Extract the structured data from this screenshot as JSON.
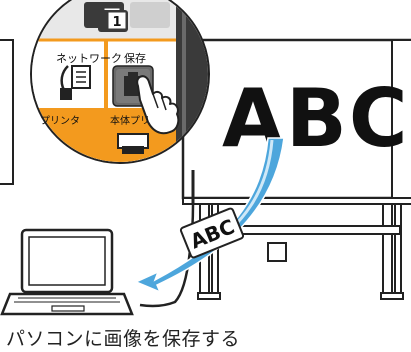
{
  "caption": "パソコンに画像を保存する",
  "panel": {
    "badge": "1",
    "network_label": "ネットワーク",
    "save_label": "保存",
    "printer_label": "プリンタ",
    "main_printer_label": "本体プリ"
  },
  "board": {
    "text": "ABC"
  },
  "transfer": {
    "card_text": "ABC"
  },
  "colors": {
    "panel_orange": "#f39a1e",
    "arrow_blue": "#4da6dc",
    "arrow_light": "#cfe8f7",
    "line": "#222222"
  }
}
